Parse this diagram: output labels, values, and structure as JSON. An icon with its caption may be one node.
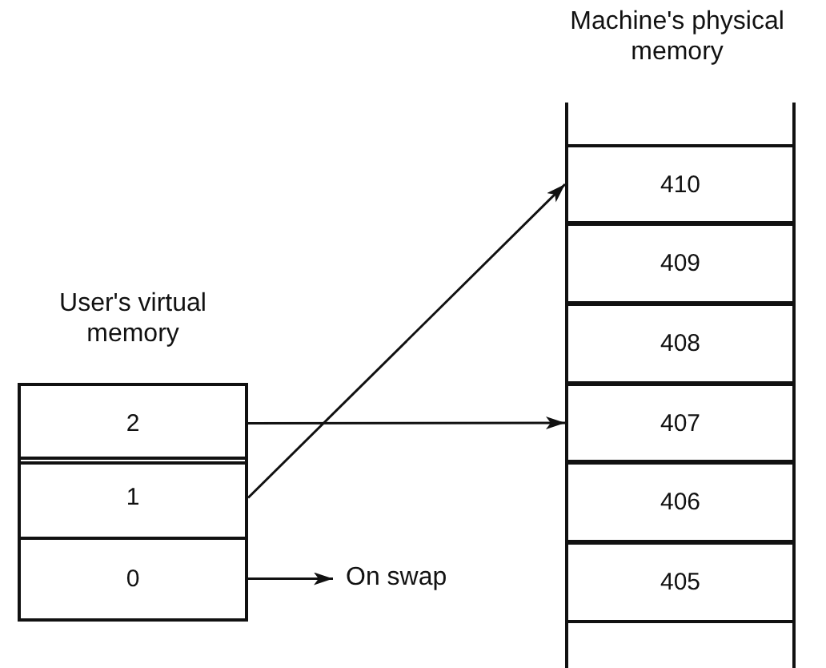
{
  "diagram": {
    "nodes": [
      {
        "text": [
          "User's virtual memory"
        ]
      },
      {
        "text": [
          "2"
        ],
        "in": 0
      },
      {
        "text": [
          "1"
        ],
        "in": 0
      },
      {
        "text": [
          "0"
        ],
        "in": 0
      },
      {
        "text": [
          "On swap"
        ]
      },
      {
        "text": [
          "Machine's physical memory"
        ]
      },
      {
        "text": [
          "410"
        ],
        "in": 5
      },
      {
        "text": [
          "409"
        ],
        "in": 5
      },
      {
        "text": [
          "408"
        ],
        "in": 5
      },
      {
        "text": [
          "407"
        ],
        "in": 5
      },
      {
        "text": [
          "406"
        ],
        "in": 5
      },
      {
        "text": [
          "405"
        ],
        "in": 5
      }
    ],
    "edges": [
      {
        "from": 1,
        "to": 9,
        "arrow": "to"
      },
      {
        "from": 2,
        "to": 6,
        "arrow": "to"
      },
      {
        "from": 3,
        "to": 4,
        "arrow": "to"
      }
    ]
  }
}
